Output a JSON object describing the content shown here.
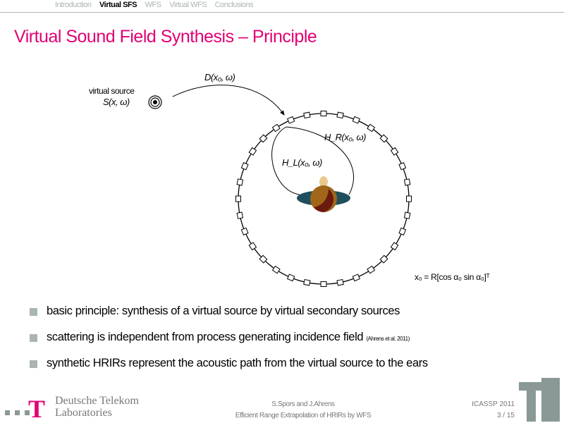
{
  "nav": {
    "items": [
      "Introduction",
      "Virtual SFS",
      "WFS",
      "Virtual WFS",
      "Conclusions"
    ],
    "active": 1
  },
  "title": "Virtual Sound Field Synthesis – Principle",
  "diagram": {
    "source_label_1": "virtual source",
    "source_label_2": "S(x, ω)",
    "driving_label": "D(x₀, ω)",
    "hr_label": "H_R(x₀, ω)",
    "hl_label": "H_L(x₀, ω)",
    "formula": "x₀ = R[cos α₀  sin α₀]ᵀ",
    "loudspeaker_count": 32
  },
  "bullets": [
    {
      "text": "basic principle: synthesis of a virtual source by virtual secondary sources"
    },
    {
      "text": "scattering is independent from process generating incidence field ",
      "cite": "(Ahrens et al. 2011)"
    },
    {
      "text": "synthetic HRIRs represent the acoustic path from the virtual source to the ears"
    }
  ],
  "footer": {
    "logo_letter": "T",
    "org_line1": "Deutsche Telekom",
    "org_line2": "Laboratories",
    "authors": "S.Spors and J.Ahrens",
    "talk_title": "Efficient Range Extrapolation of HRIRs by WFS",
    "conference": "ICASSP 2011",
    "page": "3 / 15"
  },
  "colors": {
    "accent": "#e20074",
    "gray": "#aab5b3"
  }
}
